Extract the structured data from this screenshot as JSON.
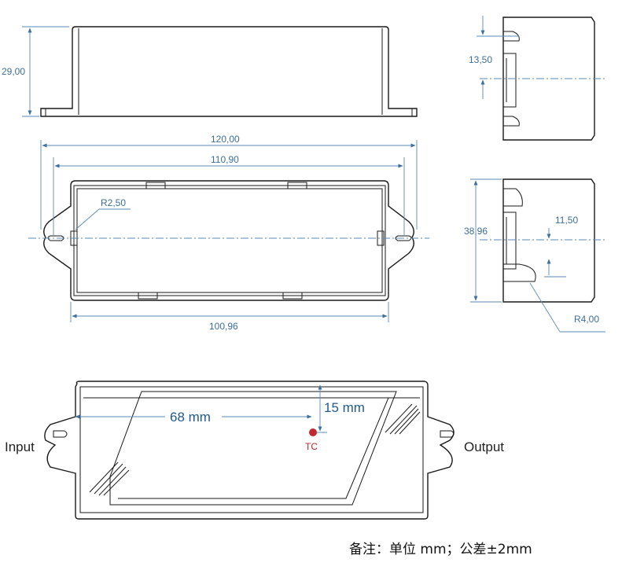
{
  "dimensions": {
    "height_front": "29,00",
    "length_overall": "120,00",
    "length_mounting": "110,90",
    "length_body": "100,96",
    "radius_corner": "R2,50",
    "side_height": "13,50",
    "width_body": "38,96",
    "side_offset": "11,50",
    "radius_slot": "R4,00"
  },
  "tc_diagram": {
    "distance_x": "68 mm",
    "distance_y": "15 mm",
    "tc_label": "TC",
    "input_label": "Input",
    "output_label": "Output"
  },
  "footer_note": "备注：单位 mm；公差±2mm",
  "colors": {
    "dimension": "#3d6f9c",
    "tc_point": "#c0282d",
    "outline": "#1a1a1a"
  }
}
